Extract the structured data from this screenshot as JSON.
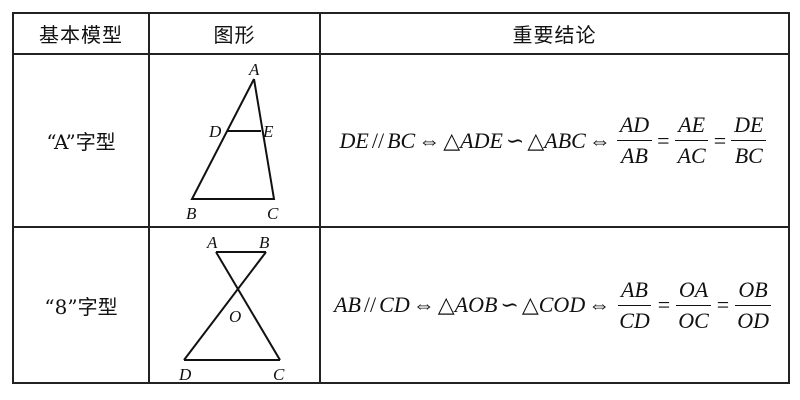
{
  "table": {
    "headers": [
      "基本模型",
      "图形",
      "重要结论"
    ],
    "rows": [
      {
        "model": "“A”字型",
        "figure": {
          "type": "A-shape triangle",
          "labels": {
            "A": "A",
            "B": "B",
            "C": "C",
            "D": "D",
            "E": "E"
          }
        },
        "conclusion": {
          "premise_left": "DE",
          "parallel": "//",
          "premise_right": "BC",
          "iff1": "⇔",
          "tri1": "△ADE",
          "similar": "∽",
          "tri2": "△ABC",
          "iff2": "⇔",
          "fractions": [
            {
              "num": "AD",
              "den": "AB"
            },
            {
              "num": "AE",
              "den": "AC"
            },
            {
              "num": "DE",
              "den": "BC"
            }
          ],
          "equals": "="
        }
      },
      {
        "model": "“8”字型",
        "figure": {
          "type": "8-shape hourglass",
          "labels": {
            "A": "A",
            "B": "B",
            "C": "C",
            "D": "D",
            "O": "O"
          }
        },
        "conclusion": {
          "premise_left": "AB",
          "parallel": "//",
          "premise_right": "CD",
          "iff1": "⇔",
          "tri1": "△AOB",
          "similar": "∽",
          "tri2": "△COD",
          "iff2": "⇔",
          "fractions": [
            {
              "num": "AB",
              "den": "CD"
            },
            {
              "num": "OA",
              "den": "OC"
            },
            {
              "num": "OB",
              "den": "OD"
            }
          ],
          "equals": "="
        }
      }
    ]
  }
}
